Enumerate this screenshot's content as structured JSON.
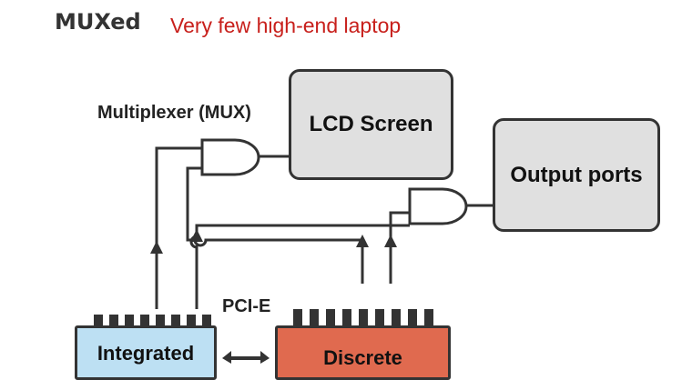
{
  "title": "MUXed",
  "subtitle": "Very few high-end laptop",
  "labels": {
    "mux": "Multiplexer (MUX)",
    "pcie": "PCI-E"
  },
  "nodes": {
    "lcd": "LCD Screen",
    "output": "Output ports",
    "integrated": "Integrated",
    "discrete": "Discrete"
  },
  "colors": {
    "title": "#333333",
    "subtitle": "#c8201c",
    "screen_box": "#e0e0e0",
    "integrated_gpu": "#bde0f3",
    "discrete_gpu": "#e06a4f",
    "line": "#333333"
  }
}
